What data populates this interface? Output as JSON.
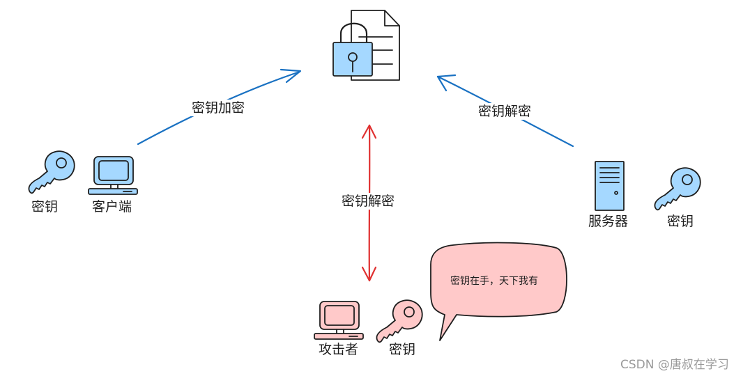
{
  "labels": {
    "encrypt_edge": "密钥加密",
    "decrypt_edge_server": "密钥解密",
    "decrypt_edge_attacker": "密钥解密",
    "client_key": "密钥",
    "client": "客户端",
    "server": "服务器",
    "server_key": "密钥",
    "attacker": "攻击者",
    "attacker_key": "密钥"
  },
  "bubble": {
    "text": "密钥在手，天下我有"
  },
  "watermark": "CSDN @唐叔在学习",
  "colors": {
    "blue_arrow": "#1971c2",
    "red_arrow": "#e03131",
    "blue_fill": "#a5d8ff",
    "red_fill": "#ffc9c9",
    "stroke": "#1e1e1e"
  },
  "icons": {
    "document": "locked-document-icon",
    "client_key": "key-icon",
    "client_computer": "computer-icon",
    "server": "server-icon",
    "server_key": "key-icon",
    "attacker_computer": "computer-icon",
    "attacker_key": "key-icon"
  }
}
